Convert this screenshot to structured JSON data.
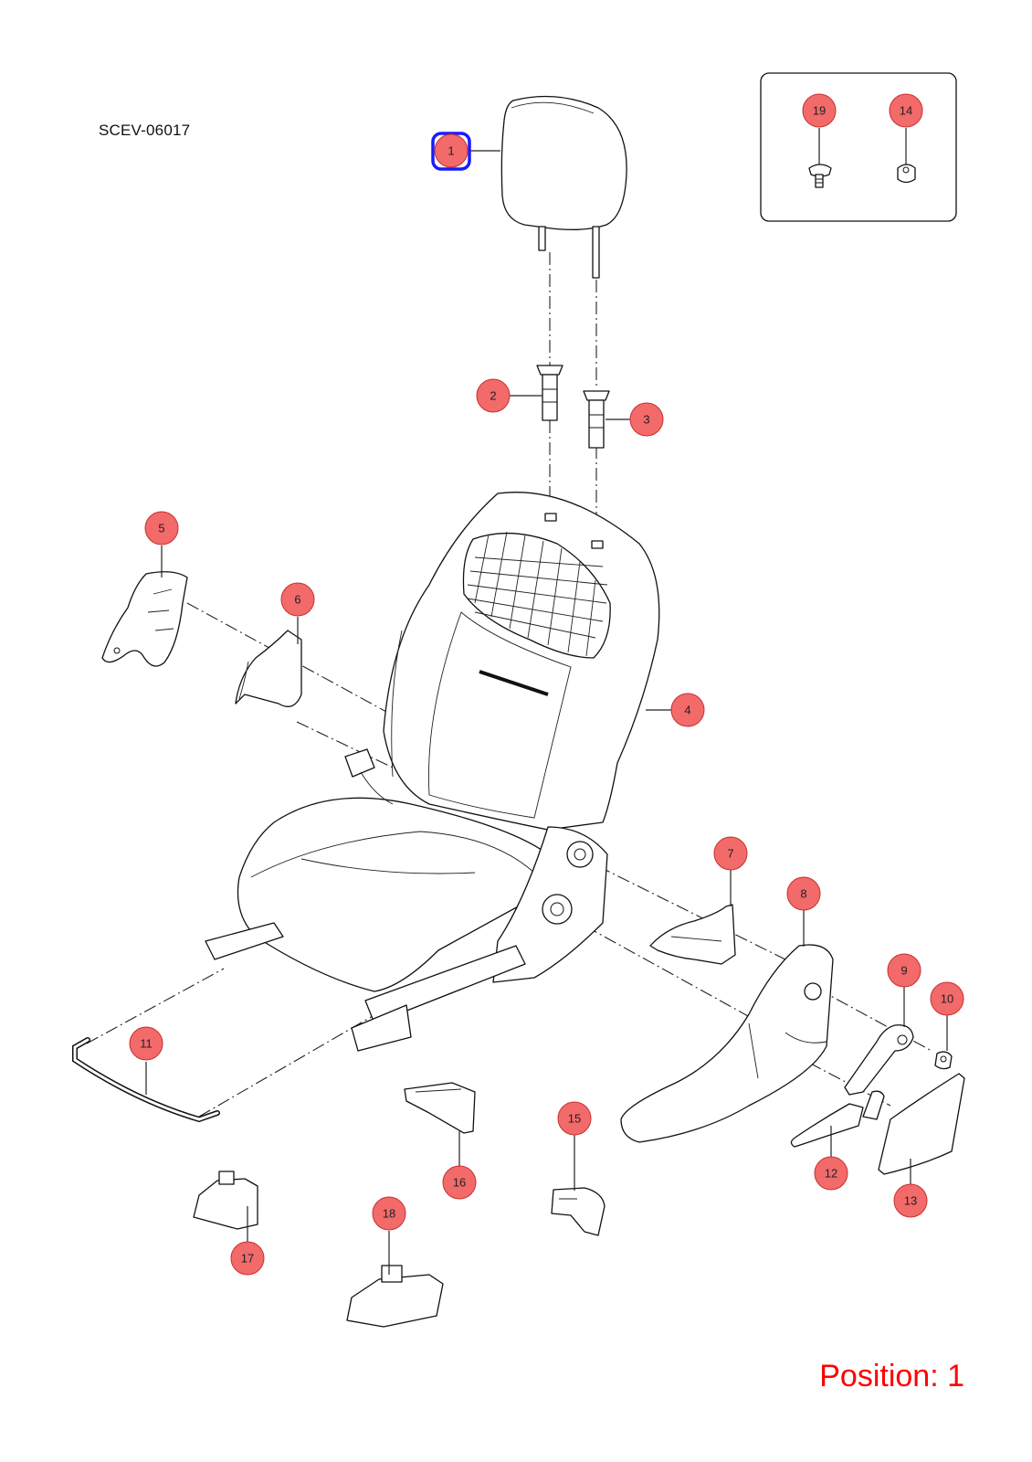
{
  "drawing": {
    "code": "SCEV-06017",
    "position_label": "Position: 1",
    "accent_color": "#ff0000",
    "callout_fill": "#f26a6a",
    "callout_stroke": "#c83030",
    "selection_color": "#1a1aff",
    "selected_part": "1"
  },
  "callouts": [
    "1",
    "2",
    "3",
    "4",
    "5",
    "6",
    "7",
    "8",
    "9",
    "10",
    "11",
    "12",
    "13",
    "14",
    "15",
    "16",
    "17",
    "18",
    "19"
  ]
}
